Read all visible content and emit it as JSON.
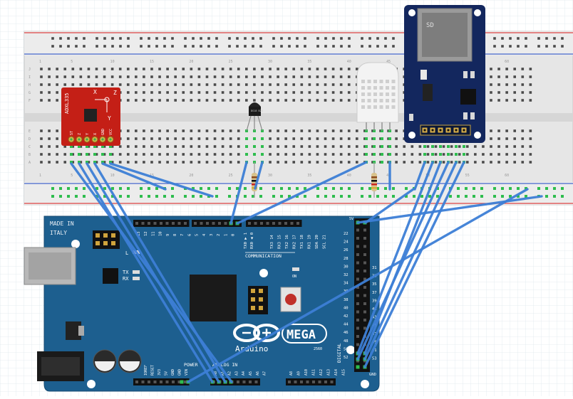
{
  "breadboard": {
    "row_letters_top": [
      "J",
      "I",
      "H",
      "G",
      "F"
    ],
    "row_letters_bottom": [
      "E",
      "D",
      "C",
      "B",
      "A"
    ],
    "column_numbers": [
      "1",
      "5",
      "10",
      "15",
      "20",
      "25",
      "30",
      "35",
      "40",
      "45",
      "50",
      "55",
      "60"
    ]
  },
  "accelerometer": {
    "name": "ADXL335",
    "pins": [
      "ST",
      "Z",
      "Y",
      "X",
      "GND",
      "VCC"
    ],
    "axis_x": "X",
    "axis_y": "Y",
    "axis_z": "Z"
  },
  "temp_sensor": {
    "label": "DS18\nB20"
  },
  "sd_module": {
    "label": "SD"
  },
  "arduino": {
    "made_in": [
      "MADE IN",
      "ITALY"
    ],
    "brand": "Arduino",
    "model": "MEGA",
    "model_sub": "2560",
    "top_digital_labels": [
      "13",
      "12",
      "11",
      "10",
      "9",
      "8",
      "7",
      "6",
      "5",
      "4",
      "3",
      "2",
      "1",
      "0"
    ],
    "comm_labels": [
      "TX3 14",
      "RX3 15",
      "TX2 16",
      "RX2 17",
      "TX1 18",
      "RX1 19",
      "SDA 20",
      "SCL 21"
    ],
    "comm_header": "COMMUNICATION",
    "txrx_labels": [
      "TX0 ▶ 1",
      "RX0 ◀ 0"
    ],
    "led_tx": "TX",
    "led_rx": "RX",
    "led_l": "L",
    "led_on": "ON",
    "power_labels": [
      "IOREF",
      "RESET",
      "3V3",
      "5V",
      "GND",
      "GND",
      "VIN"
    ],
    "power_header": "POWER",
    "analog_header": "ANALOG IN",
    "analog_labels": [
      "A0",
      "A1",
      "A2",
      "A3",
      "A4",
      "A5",
      "A6",
      "A7",
      "A8",
      "A9",
      "A10",
      "A11",
      "A12",
      "A13",
      "A14",
      "A15"
    ],
    "right_left_col": [
      "22",
      "24",
      "26",
      "28",
      "30",
      "32",
      "34",
      "36",
      "38",
      "40",
      "42",
      "44",
      "46",
      "48",
      "50",
      "52"
    ],
    "right_right_col": [
      "31",
      "33",
      "35",
      "37",
      "39",
      "41",
      "43",
      "45",
      "47",
      "49",
      "51",
      "53"
    ],
    "right_top": "5V",
    "right_bottom": "GND",
    "digital_vertical": "DIGITAL"
  },
  "colors": {
    "wire": "#3d7fd6",
    "board": "#1d5f8f",
    "accel_board": "#c41f16",
    "sd_board": "#13275e",
    "breadboard": "#e6e6e6",
    "rail_red": "#d44",
    "rail_blue": "#44c"
  }
}
